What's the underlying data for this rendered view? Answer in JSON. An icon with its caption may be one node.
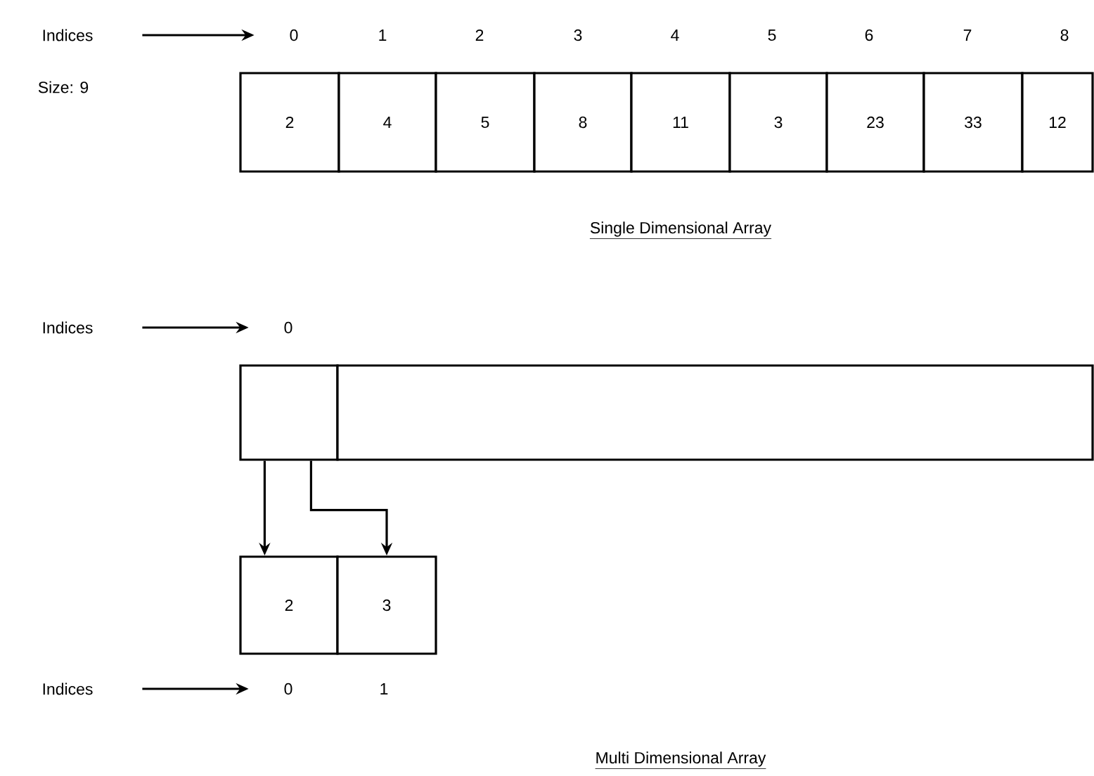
{
  "diagram": {
    "nodes": [
      {
        "text": [
          "Indices"
        ]
      },
      {
        "text": [
          "0"
        ]
      },
      {
        "text": [
          "2"
        ]
      },
      {
        "text": [
          "4"
        ]
      },
      {
        "text": [
          "5"
        ]
      },
      {
        "text": [
          "8"
        ]
      },
      {
        "text": [
          "11"
        ]
      },
      {
        "text": [
          "3"
        ]
      },
      {
        "text": [
          "23"
        ]
      },
      {
        "text": [
          "33"
        ]
      },
      {
        "text": [
          "12"
        ]
      },
      {
        "text": [
          "Indices"
        ]
      },
      {
        "text": [
          "0"
        ]
      },
      {
        "text": [],
        "shape": "box"
      },
      {
        "text": [],
        "shape": "box"
      },
      {
        "text": [
          "2"
        ]
      },
      {
        "text": [
          "3"
        ]
      },
      {
        "text": [
          "Indices"
        ]
      },
      {
        "text": [
          "0"
        ]
      }
    ],
    "edges": [
      {
        "from": 0,
        "to": 1,
        "arrow": "to"
      },
      {
        "from": 11,
        "to": 12,
        "arrow": "to"
      },
      {
        "from": 13,
        "to": 15,
        "arrow": "to"
      },
      {
        "from": 13,
        "to": 16,
        "arrow": "to"
      },
      {
        "from": 17,
        "to": 18,
        "arrow": "to"
      }
    ],
    "labels": [
      "1",
      "2",
      "3",
      "4",
      "5",
      "6",
      "7",
      "8",
      "Size: 9",
      "Single Dimensional Array",
      "1",
      "Multi Dimensional Array"
    ]
  }
}
